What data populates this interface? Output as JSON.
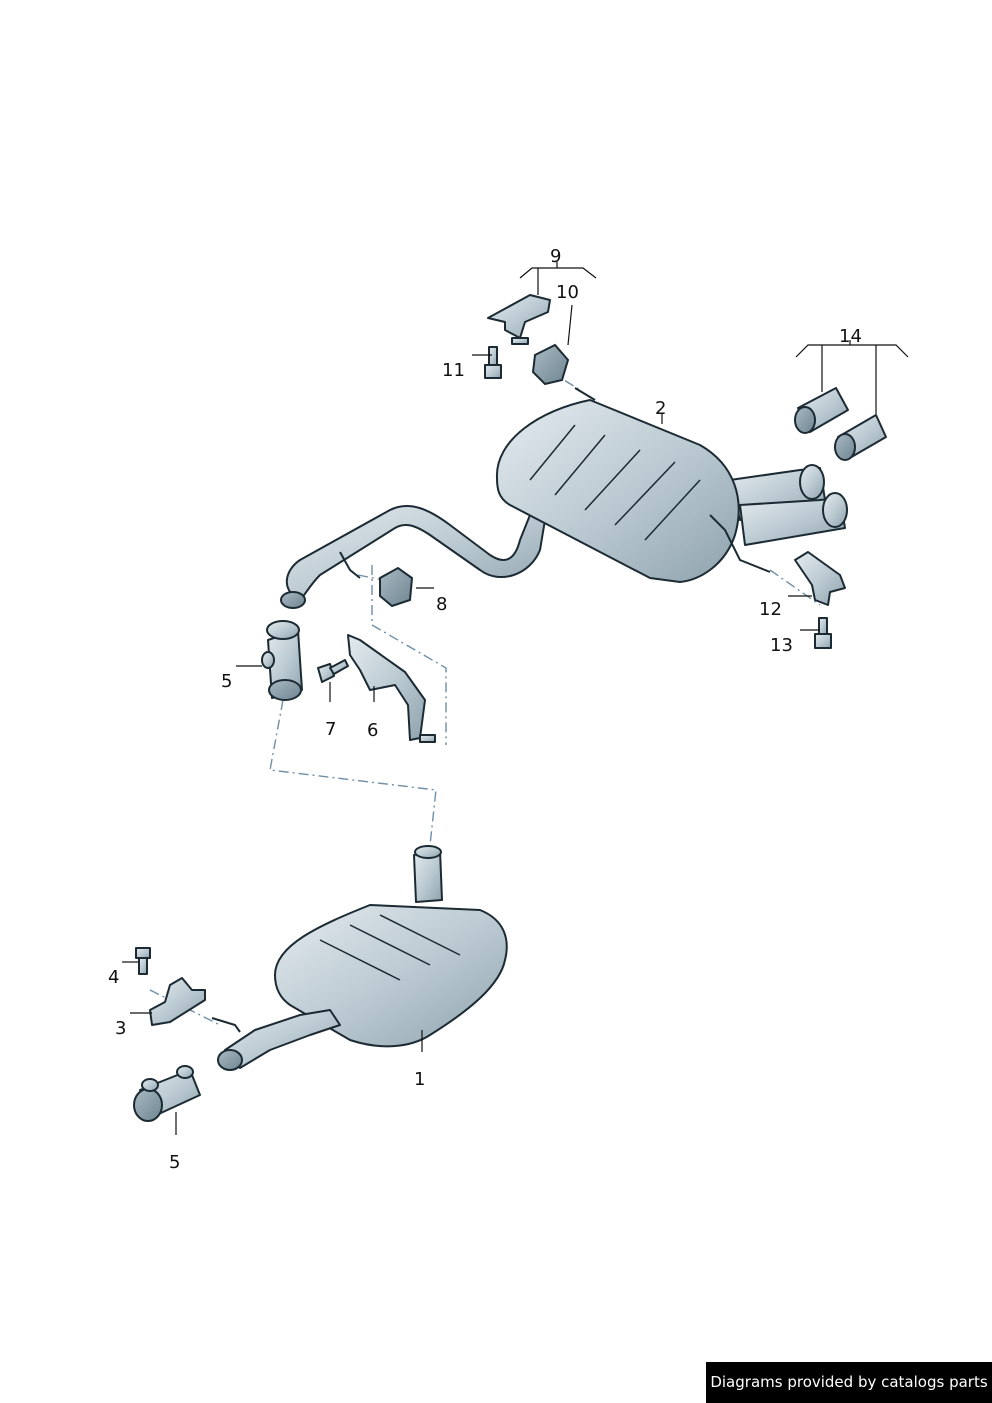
{
  "callouts": {
    "c1": "1",
    "c2": "2",
    "c3": "3",
    "c4": "4",
    "c5a": "5",
    "c5b": "5",
    "c6": "6",
    "c7": "7",
    "c8": "8",
    "c9": "9",
    "c10": "10",
    "c11": "11",
    "c12": "12",
    "c13": "13",
    "c14": "14"
  },
  "footer": {
    "text": "Diagrams provided by catalogs parts"
  },
  "colors": {
    "line": "#1c2b33",
    "metal_light": "#dde5ea",
    "metal_dark": "#8ea2ad",
    "centerline": "#6f8fa6",
    "footer_bg": "#000000"
  }
}
